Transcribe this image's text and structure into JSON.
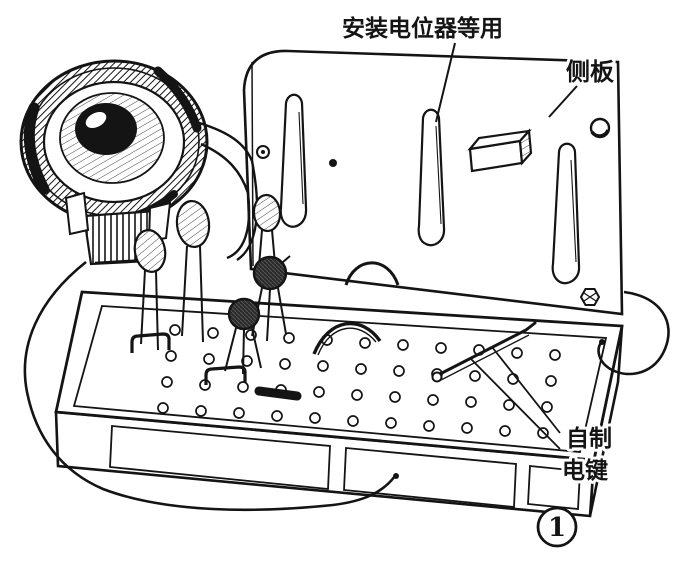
{
  "figure": {
    "kind": "hand-drawn-electronics-assembly-illustration",
    "labels": {
      "slot_purpose": "安装电位器等用",
      "side_panel": "侧板",
      "key_line1": "自制",
      "key_line2": "电键"
    },
    "figure_number": "1",
    "colors": {
      "ink": "#141414",
      "paper": "#ffffff"
    }
  }
}
